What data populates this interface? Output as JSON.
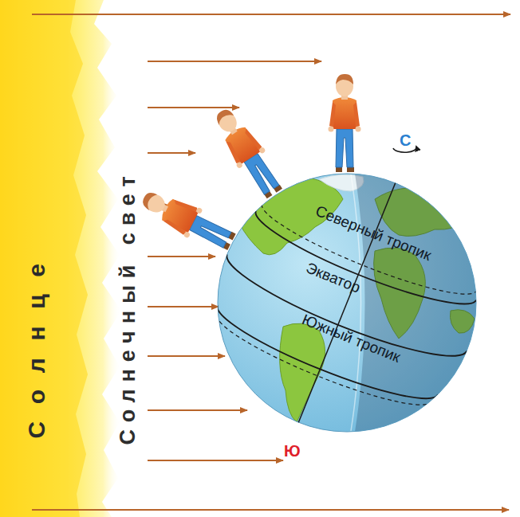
{
  "diagram": {
    "labels": [
      "Солнце",
      "Солнечный свет",
      "Северный тропик",
      "Экватор",
      "Южный тропик",
      "С",
      "Ю"
    ]
  }
}
